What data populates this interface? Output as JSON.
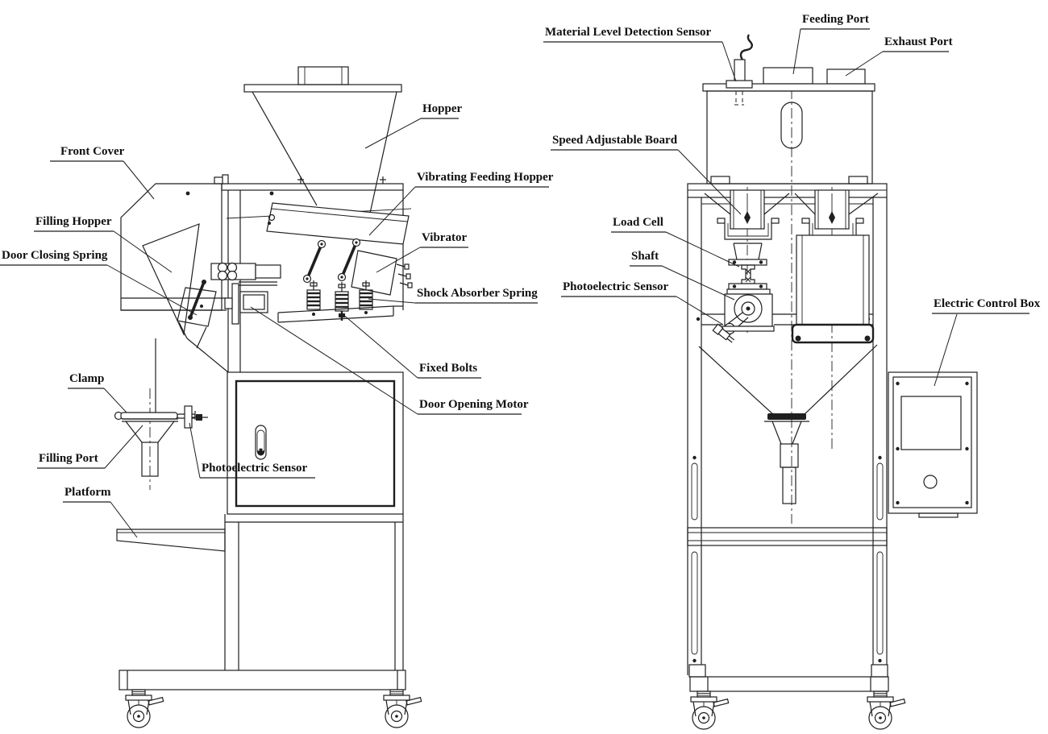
{
  "page": {
    "background": "#ffffff"
  },
  "colors": {
    "line": "#1f1f1f",
    "background": "#ffffff"
  },
  "diagram_type": "technical-line-drawing",
  "labels": {
    "front_cover": "Front Cover",
    "filling_hopper": "Filling Hopper",
    "door_closing_spring": "Door Closing Spring",
    "clamp": "Clamp",
    "filling_port": "Filling Port",
    "platform": "Platform",
    "hopper": "Hopper",
    "vibrating_feeding_hopper": "Vibrating Feeding Hopper",
    "vibrator": "Vibrator",
    "shock_absorber_spring": "Shock Absorber Spring",
    "fixed_bolts": "Fixed Bolts",
    "door_opening_motor": "Door Opening Motor",
    "photoelectric_sensor_left": "Photoelectric Sensor",
    "material_level_detection_sensor": "Material Level Detection Sensor",
    "feeding_port": "Feeding Port",
    "exhaust_port": "Exhaust Port",
    "speed_adjustable_board": "Speed Adjustable Board",
    "load_cell": "Load Cell",
    "shaft": "Shaft",
    "photoelectric_sensor_right": "Photoelectric Sensor",
    "electric_control_box": "Electric Control Box"
  }
}
